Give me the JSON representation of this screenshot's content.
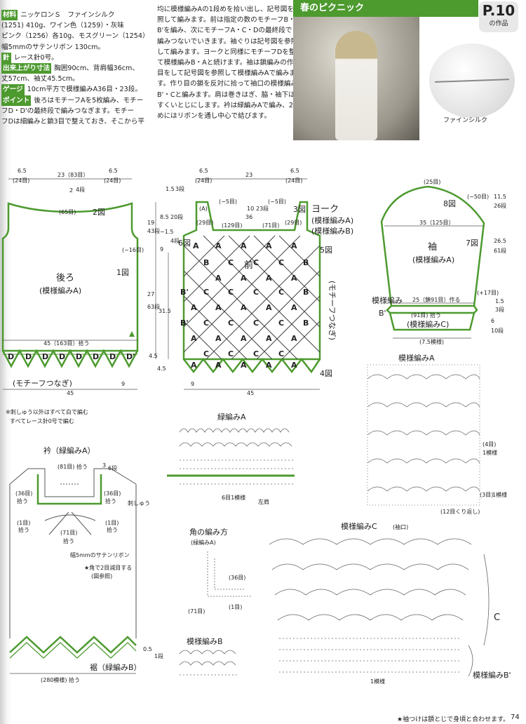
{
  "header": {
    "title": "春のピクニック",
    "page_prefix": "P.",
    "page_number": "10",
    "page_suffix": "の作品",
    "yarn_caption": "ファインシルク"
  },
  "materials": {
    "label_material": "材料",
    "line1": "ニッケロンＳ　ファインシルク",
    "line2": "(1251) 410g、ワイン色（1259）・灰味",
    "line3": "ピンク（1256）各10g、モスグリーン（1254）",
    "line4": "幅5mmのサテンリボン 130cm。",
    "label_needle": "針",
    "needle": "レース針0号。",
    "label_size": "出来上がり寸法",
    "size1": "胸囲90cm、背肩幅36cm、",
    "size2": "丈57cm、袖丈45.5cm。",
    "label_gauge": "ゲージ",
    "gauge": "10cm平方で模様編みA36目・23段。",
    "label_point": "ポイント",
    "point1": "後ろはモチーフAを5枚編み、モチー",
    "point2": "フD・D'の最終段で編みつなぎます。モチー",
    "point3": "フDは細編みと鎖3目で整えておき、そこから平"
  },
  "body2": {
    "l1": "均に模様編みAの1段めを拾い出し、記号図を参",
    "l2": "照して編みます。前は指定の数のモチーフB・",
    "l3": "B'を編み、次にモチーフA・C・Dの最終段で",
    "l4": "編みつないでいきます。袖ぐりは記号図を参照",
    "l5": "して編みます。ヨークと同様にモチーフDを整え",
    "l6": "て模様編みB・Aと続けます。袖は鎖編みの作り",
    "l7": "目をして記号図を参照して模様編みAで編みま",
    "l8": "す。作り目の鎖を反対に拾って袖口の模様編み",
    "l9": "B'・Cと編みます。肩は巻きはぎ、脇・袖下は",
    "l10": "すくいとじにします。衿は緑編みAで編み、2段",
    "l11": "めにはリボンを通し中心で結びます。"
  },
  "back": {
    "title": "後ろ",
    "subtitle": "(模様編みA)",
    "dim_65": "6.5",
    "dim_65b": "(24目)",
    "dim_23": "23（83目）",
    "dim_2": "2",
    "dim_4": "4段",
    "dim_65m": "(65目)",
    "fig2": "2図",
    "fig1": "1図",
    "dim_16": "(−16目)",
    "dim_45": "45（163目）拾う",
    "motif_D": "D",
    "motif_Dp": "D'",
    "join": "(モチーフつなぎ)",
    "dim_9": "9",
    "dim_45b": "45",
    "note1": "※刺しゅう以外はすべて白で編む",
    "note2": "すべてレース針0号で編む"
  },
  "front": {
    "title": "前",
    "dim_65": "6.5",
    "dim_24": "(24目)",
    "dim_23": "23",
    "dim_15": "1.5",
    "dim_3": "3段",
    "dim_5": "(−5目)",
    "dim_A": "(A)",
    "dim_29": "(29目)",
    "dim_36": "36",
    "dim_129": "(129目)",
    "dim_71": "(71目)",
    "fig3": "3図",
    "yoke": "ヨーク",
    "yokeA": "(模様編みA)",
    "yokeB": "(模様編みB)",
    "dim_10": "10",
    "dim_23d": "23段",
    "dim_20": "8.5",
    "dim_20d": "20段",
    "dim_19": "19",
    "dim_43": "43段",
    "dim_5b": "−1.5",
    "dim_4d": "4段",
    "dim_9": "9",
    "dim_27": "27",
    "dim_63": "63段",
    "dim_315": "31.5",
    "dim_45": "4.5",
    "fig6": "6図",
    "fig5": "5図",
    "fig4": "4図",
    "mot_join": "(モチーフつなぎ)",
    "dim_9b": "9",
    "dim_45w": "45"
  },
  "sleeve": {
    "title": "袖",
    "subtitle": "(模様編みA)",
    "dim_25": "(25目)",
    "dim_50": "(−50目)",
    "dim_115": "11.5",
    "dim_26d": "26段",
    "fig8": "8図",
    "dim_35": "35（125目）",
    "fig7": "7図",
    "dim_265": "26.5",
    "dim_61": "61段",
    "dim_17": "(+17目)",
    "dim_25b": "25（鎖91目）作る",
    "pattern": "模様編み",
    "Bp": "B'",
    "dim_91": "(91目) 拾う",
    "patternC": "(模様編みC)",
    "dim_15": "1.5",
    "dim_3d": "3段",
    "dim_6": "6",
    "dim_10d": "10段",
    "dim_75": "(7.5模様)"
  },
  "collar": {
    "title": "衿（緑編みA）",
    "dim_81": "(81目) 拾う",
    "dim_3": "3",
    "dim_6": "6段",
    "dim_36L": "(36目)",
    "dim_36Lb": "拾う",
    "dim_36R": "(36目)",
    "dim_36Rb": "拾う",
    "embroidery": "刺しゅう",
    "dim_1L": "(1目)",
    "dim_1Lb": "拾う",
    "dim_1R": "(1目)",
    "dim_1Rb": "拾う",
    "dim_71": "(71目)",
    "dim_71b": "拾う",
    "ribbon": "幅5mmのサテンリボン",
    "star_note": "★角で2目減目する",
    "star_note2": "(図参照)"
  },
  "hem": {
    "title": "裾（緑編みB）",
    "dim_05": "0.5",
    "dim_1d": "1段",
    "dim_280": "(280模様) 拾う"
  },
  "charts": {
    "edgeA": "緑編みA",
    "edgeA_rep": "6目1模様",
    "edgeA_shoulder": "左肩",
    "corner": "角の編み方",
    "corner_sub": "(緑編みA)",
    "corner_36": "(36目)",
    "corner_71": "(71目)",
    "corner_1": "(1目)",
    "patB": "模様編みB",
    "patA": "模様編みA",
    "patA_4": "(4目)",
    "patA_rep": "1模様",
    "patA_3": "(3目)",
    "patA_3rep": "1模様",
    "patA_12": "(12目くり返し)",
    "patC": "模様編みC",
    "patC_cuff": "(袖口)",
    "patC_C": "C",
    "patC_rep": "1模様",
    "patC_Bp": "模様編みB'"
  },
  "footer": {
    "note": "★袖つけは額とじで身頃と合わせます。",
    "page": "74"
  },
  "colors": {
    "green": "#4d9a2f",
    "line": "#555555",
    "chart": "#666666"
  }
}
